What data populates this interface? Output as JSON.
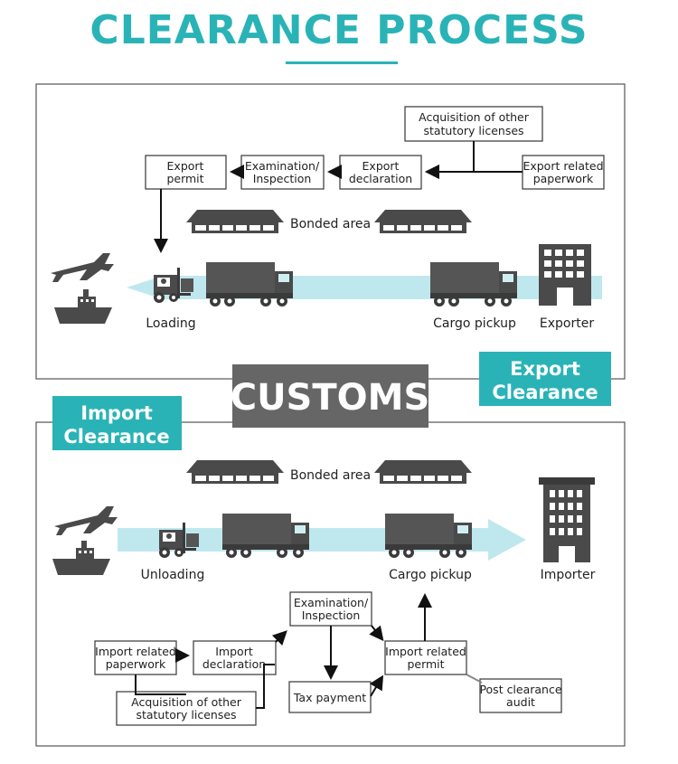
{
  "title": "CLEARANCE PROCESS",
  "customs_label": "CUSTOMS",
  "export": {
    "tag": [
      "Export",
      "Clearance"
    ],
    "boxes": {
      "acquisition": [
        "Acquisition of other",
        "statutory licenses"
      ],
      "paperwork": [
        "Export related",
        "paperwork"
      ],
      "declaration": [
        "Export",
        "declaration"
      ],
      "inspection": [
        "Examination/",
        "Inspection"
      ],
      "permit": [
        "Export",
        "permit"
      ]
    },
    "bonded_area": "Bonded area",
    "loading": "Loading",
    "cargo_pickup": "Cargo pickup",
    "exporter": "Exporter"
  },
  "import": {
    "tag": [
      "Import",
      "Clearance"
    ],
    "bonded_area": "Bonded area",
    "unloading": "Unloading",
    "cargo_pickup": "Cargo pickup",
    "importer": "Importer",
    "boxes": {
      "paperwork": [
        "Import related",
        "paperwork"
      ],
      "declaration": [
        "Import",
        "declaration"
      ],
      "acquisition": [
        "Acquisition of other",
        "statutory licenses"
      ],
      "inspection": [
        "Examination/",
        "Inspection"
      ],
      "tax": [
        "Tax payment"
      ],
      "permit": [
        "Import related",
        "permit"
      ],
      "audit": [
        "Post clearance",
        "audit"
      ]
    }
  },
  "colors": {
    "accent": "#2ab3b6",
    "flow_band": "#bfe8ee",
    "customs_bg": "#666666"
  }
}
